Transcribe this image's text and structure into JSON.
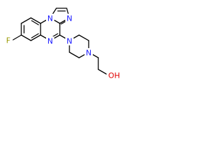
{
  "molecule": {
    "atoms": {
      "fluorine": "F",
      "n_imidazole_top": "N",
      "n_bridge": "N",
      "n_quinoxaline": "N",
      "n_piperazine_1": "N",
      "n_piperazine_4": "N",
      "hydroxyl": "OH"
    },
    "colors": {
      "bond": "#000000",
      "fluorine": "#9a9a00",
      "nitrogen": "#1a1aff",
      "oxygen": "#e00000"
    }
  }
}
